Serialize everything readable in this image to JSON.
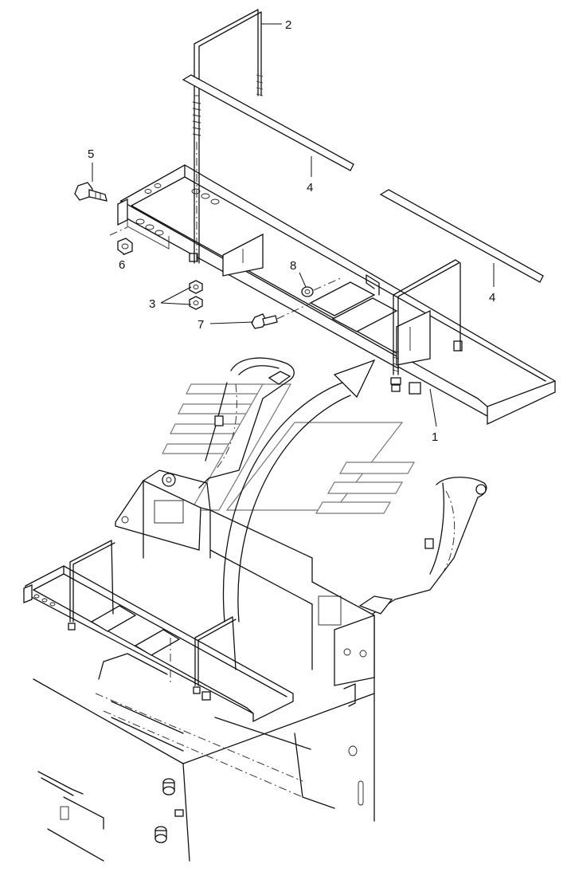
{
  "callouts": [
    {
      "id": "1",
      "label": "1"
    },
    {
      "id": "2",
      "label": "2"
    },
    {
      "id": "3",
      "label": "3"
    },
    {
      "id": "4a",
      "label": "4"
    },
    {
      "id": "4b",
      "label": "4"
    },
    {
      "id": "5",
      "label": "5"
    },
    {
      "id": "6",
      "label": "6"
    },
    {
      "id": "7",
      "label": "7"
    },
    {
      "id": "8",
      "label": "8"
    }
  ],
  "colors": {
    "line": "#111111",
    "background": "#ffffff",
    "watermark": "#777777"
  }
}
